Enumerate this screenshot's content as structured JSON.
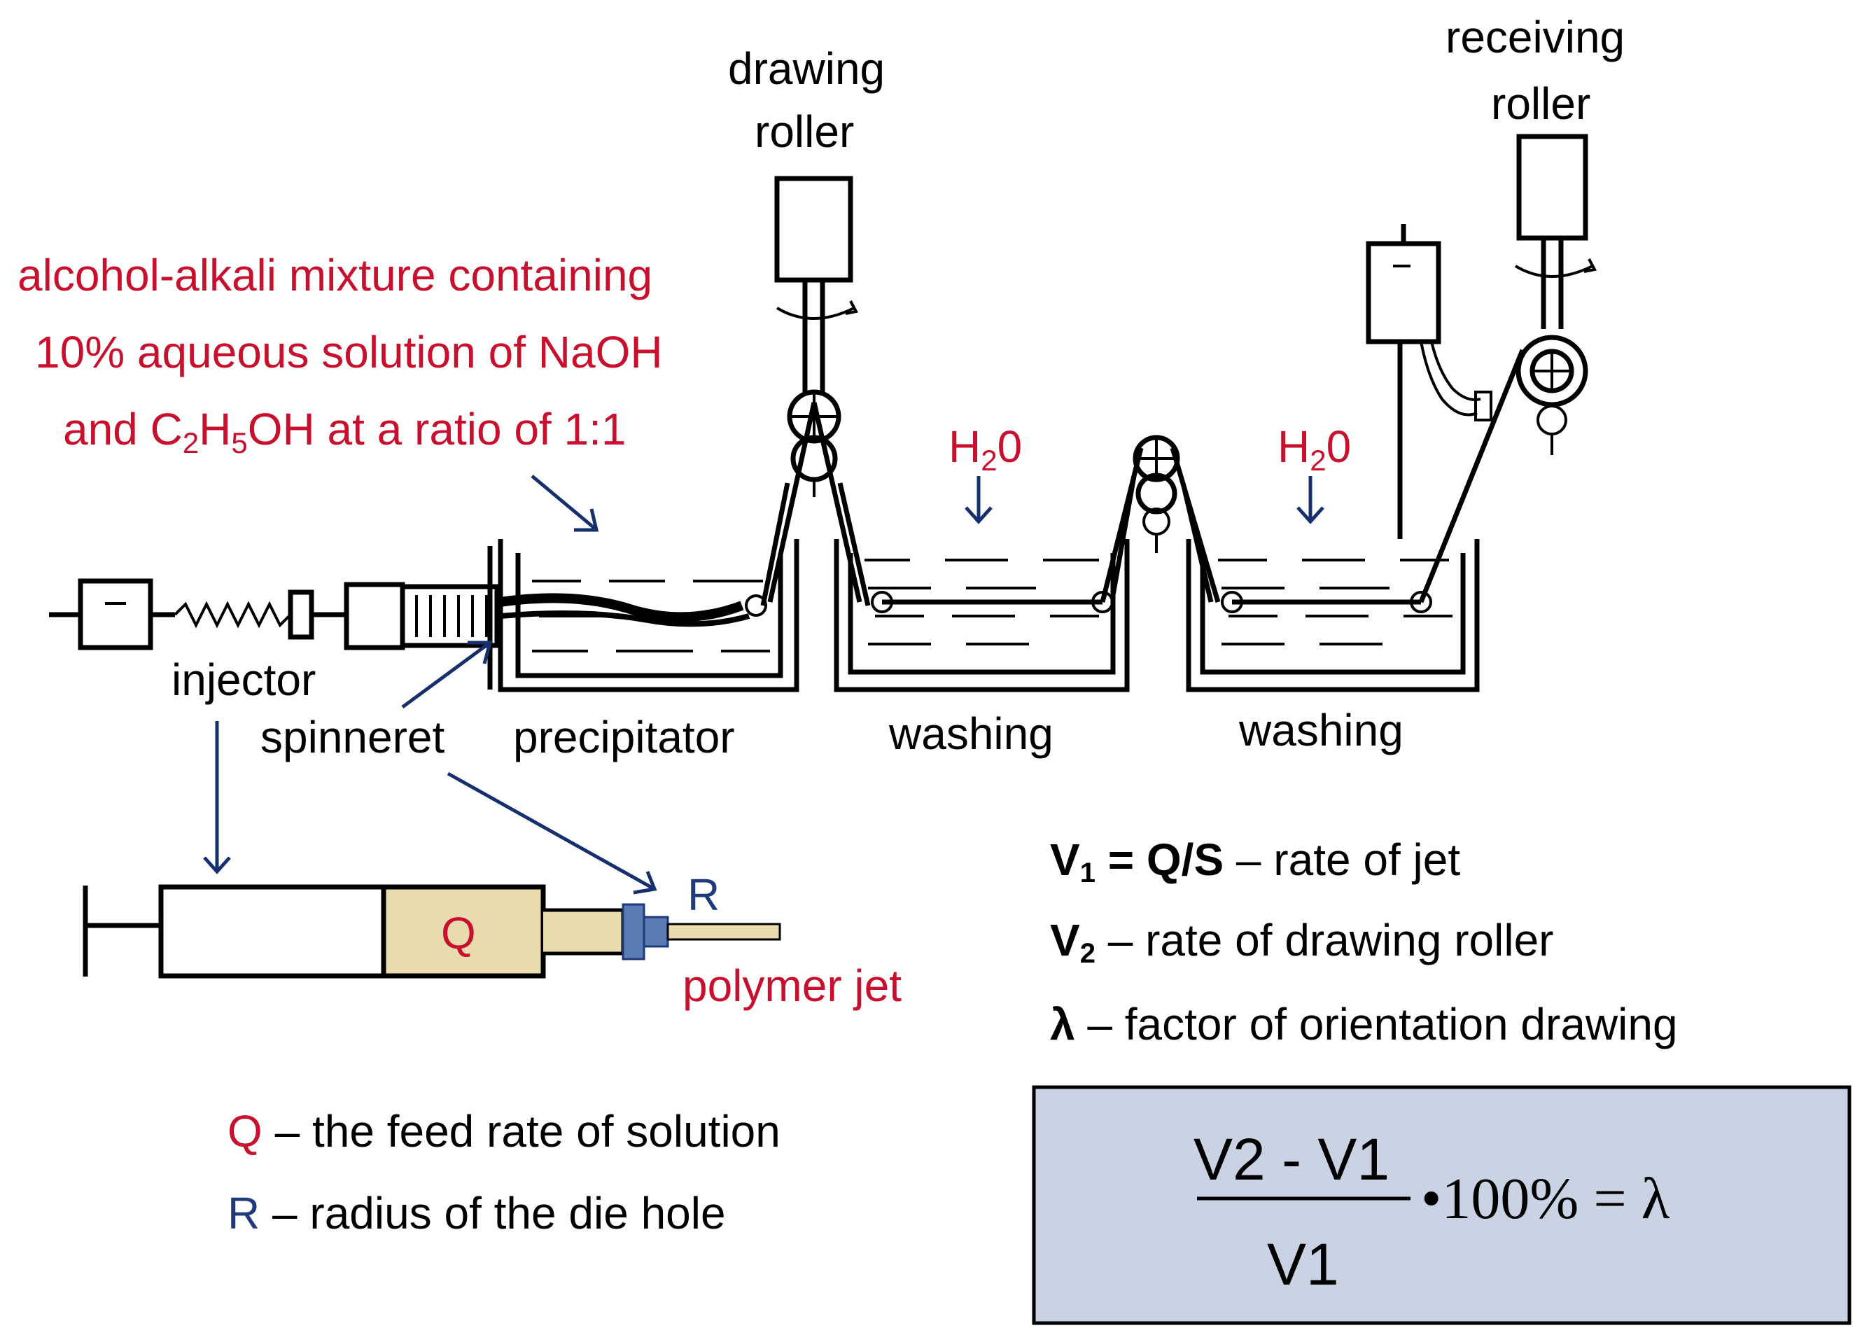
{
  "labels": {
    "drawing_roller_1": "drawing",
    "drawing_roller_2": "roller",
    "receiving_roller_1": "receiving",
    "receiving_roller_2": "roller",
    "mixture_line1": "alcohol-alkali mixture containing",
    "mixture_line2": "10% aqueous solution of NaOH",
    "mixture_line3_pre": "and C",
    "mixture_sub1": "2",
    "mixture_mid1": "H",
    "mixture_sub2": "5",
    "mixture_line3_post": "OH at a ratio of 1:1",
    "water1": "H",
    "water1_sub": "2",
    "water1_post": "0",
    "water2": "H",
    "water2_sub": "2",
    "water2_post": "0",
    "injector": "injector",
    "spinneret": "spinneret",
    "precipitator": "precipitator",
    "washing1": "washing",
    "washing2": "washing",
    "Q_syringe": "Q",
    "R_label": "R",
    "polymer_jet": "polymer jet"
  },
  "legend": {
    "q_symbol": "Q",
    "q_text": " – the feed rate of solution",
    "r_symbol": "R",
    "r_text": " – radius of the die hole"
  },
  "definitions": {
    "v1_V": "V",
    "v1_sub": "1",
    "v1_eq": " = Q/S",
    "v1_text": " – rate of jet",
    "v2_V": "V",
    "v2_sub": "2",
    "v2_text": " – rate of drawing roller",
    "lambda": "λ",
    "lambda_text": " – factor of orientation drawing"
  },
  "formula": {
    "num": "V2 - V1",
    "den": "V1",
    "rhs": "•100% = λ"
  },
  "colors": {
    "red": "#c8102e",
    "blue": "#1f3a7a",
    "syringe_fill": "#e8dcae",
    "needle_fill": "#5b7bb5",
    "formula_box": "#c9d3e3"
  }
}
